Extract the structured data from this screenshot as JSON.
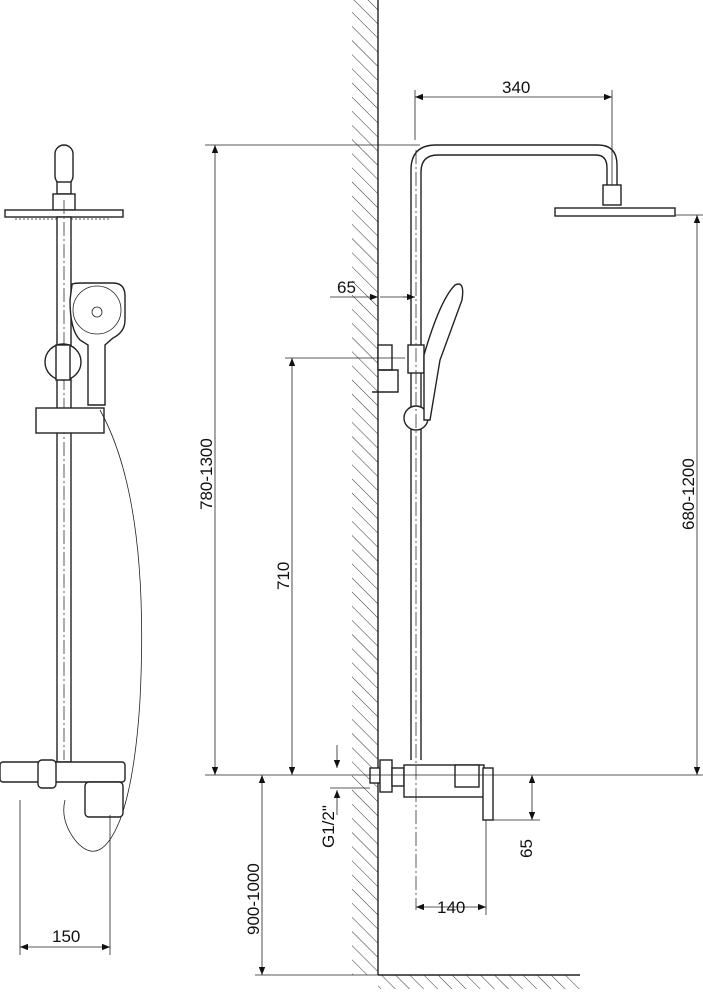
{
  "dimensions": {
    "top_arm_length": "340",
    "handshower_wall_offset": "65",
    "total_height": "780-1300",
    "holder_height": "710",
    "head_height": "680-1200",
    "inlet_thread": "G1/2\"",
    "mixer_drop": "65",
    "mixer_projection": "140",
    "mixer_floor_height": "900-1000",
    "inlet_spacing": "150"
  }
}
